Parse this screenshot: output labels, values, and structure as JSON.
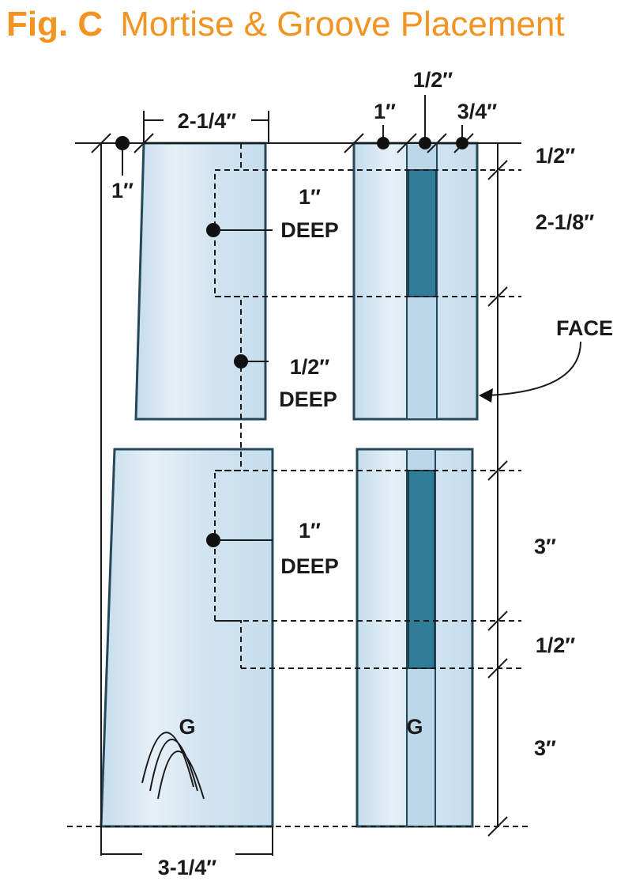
{
  "figure": {
    "label": "Fig. C",
    "title": "Mortise & Groove Placement"
  },
  "labels": {
    "left_offset": "1″",
    "top_width": "2-1/4″",
    "bottom_width": "3-1/4″",
    "mortise1_depth_value": "1″",
    "mortise1_depth_word": "DEEP",
    "groove_depth_value": "1/2″",
    "groove_depth_word": "DEEP",
    "mortise2_depth_value": "1″",
    "mortise2_depth_word": "DEEP",
    "edge_offset": "1″",
    "groove_width": "1/2″",
    "edge_remainder": "3/4″",
    "top_gap": "1/2″",
    "mortise1_length": "2-1/8″",
    "face": "FACE",
    "mortise2_length": "3″",
    "mid_gap": "1/2″",
    "bottom_length": "3″",
    "part_left": "G",
    "part_right": "G"
  },
  "colors": {
    "title": "#f39322",
    "wood": "#d6e7f2",
    "mortise": "#2f7d98"
  }
}
